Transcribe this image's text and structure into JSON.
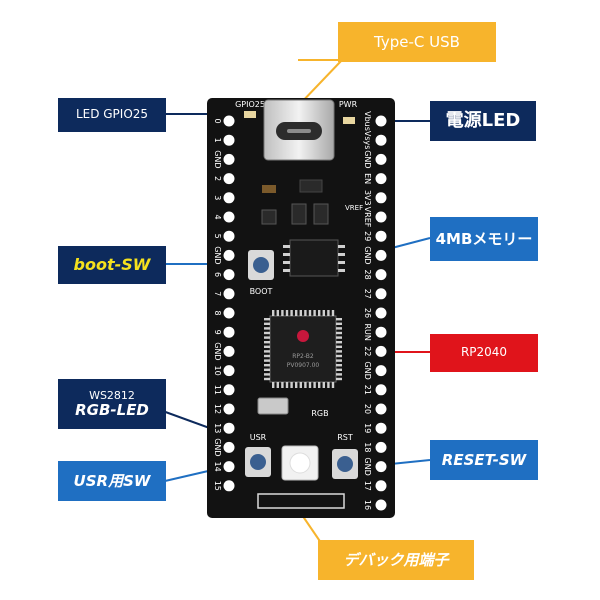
{
  "labels": {
    "type_c": "Type-C USB",
    "led_gpio25": "LED GPIO25",
    "power_led": "電源LED",
    "boot_sw": "boot-SW",
    "flash": "4MBメモリー",
    "rp2040": "RP2040",
    "ws2812_line1": "WS2812",
    "ws2812_line2": "RGB-LED",
    "usr_sw": "USR用SW",
    "reset_sw": "RESET-SW",
    "debug": "デバック用端子"
  },
  "board": {
    "silk_gpio25": "GPIO25",
    "silk_pwr": "PWR",
    "silk_boot": "BOOT",
    "silk_rgb": "RGB",
    "silk_usr": "USR",
    "silk_rst": "RST",
    "left_pins": [
      "0",
      "1",
      "GND",
      "2",
      "3",
      "4",
      "5",
      "GND",
      "6",
      "7",
      "8",
      "9",
      "GND",
      "10",
      "11",
      "12",
      "13",
      "GND",
      "14",
      "15"
    ],
    "right_pins": [
      "Vbus",
      "Vsys",
      "GND",
      "EN",
      "3V3",
      "VREF",
      "29",
      "GND",
      "28",
      "27",
      "26",
      "RUN",
      "22",
      "GND",
      "21",
      "20",
      "19",
      "18",
      "GND",
      "17",
      "16"
    ],
    "chip_line1": "RP2-B2",
    "chip_line2": "PV0907.00"
  },
  "colors": {
    "navy": "#0d2a5c",
    "blue": "#1f6fc2",
    "gold": "#f7b42c",
    "red": "#e0141b",
    "pcb": "#121212",
    "leader": "#f7b42c"
  }
}
